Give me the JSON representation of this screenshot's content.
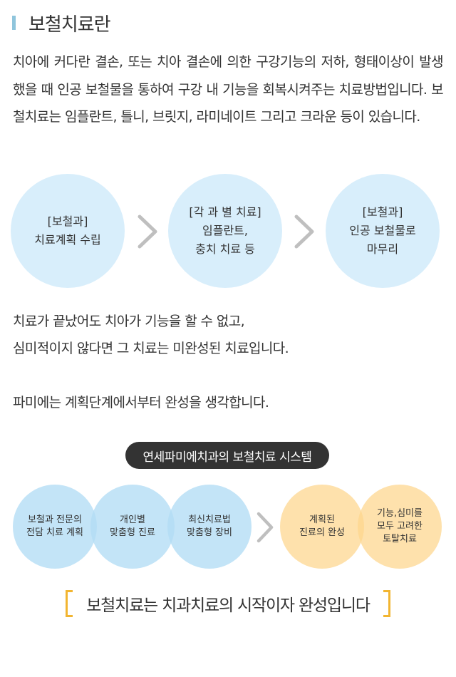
{
  "header": {
    "title": "보철치료란"
  },
  "intro": {
    "paragraph": "치아에 커다란 결손, 또는 치아 결손에 의한 구강기능의 저하, 형태이상이 발생했을 때 인공 보철물을 통하여 구강 내 기능을 회복시켜주는 치료방법입니다. 보철치료는 임플란트, 틀니, 브릿지, 라미네이트 그리고 크라운 등이 있습니다."
  },
  "process": {
    "steps": [
      {
        "lines": [
          "[보철과]",
          "치료계획 수립"
        ]
      },
      {
        "lines": [
          "[각 과 별 치료]",
          "임플란트,",
          "충치 치료 등"
        ]
      },
      {
        "lines": [
          "[보철과]",
          "인공 보철물로",
          "마무리"
        ]
      }
    ]
  },
  "body_text": {
    "line1": "치료가 끝났어도 치아가 기능을 할 수 없고,",
    "line2": "심미적이지 않다면 그 치료는 미완성된 치료입니다.",
    "line3": "파미에는 계획단계에서부터 완성을 생각합니다."
  },
  "system": {
    "title": "연세파미에치과의 보철치료 시스템",
    "blue_circles": [
      {
        "lines": [
          "보철과 전문의",
          "전담 치료 계획"
        ]
      },
      {
        "lines": [
          "개인별",
          "맞춤형 진료"
        ]
      },
      {
        "lines": [
          "최신치료법",
          "맞춤형 장비"
        ]
      }
    ],
    "orange_circles": [
      {
        "lines": [
          "계획된",
          "진료의 완성"
        ]
      },
      {
        "lines": [
          "기능,심미를",
          "모두 고려한",
          "토탈치료"
        ]
      }
    ]
  },
  "slogan": {
    "text": "보철치료는 치과치료의 시작이자 완성입니다"
  },
  "colors": {
    "title_accent": "#8fc5dc",
    "circle_blue": "#d8eefb",
    "circle_orange": "#fdd58c",
    "bracket": "#f2b531",
    "pill_bg": "#333333"
  }
}
